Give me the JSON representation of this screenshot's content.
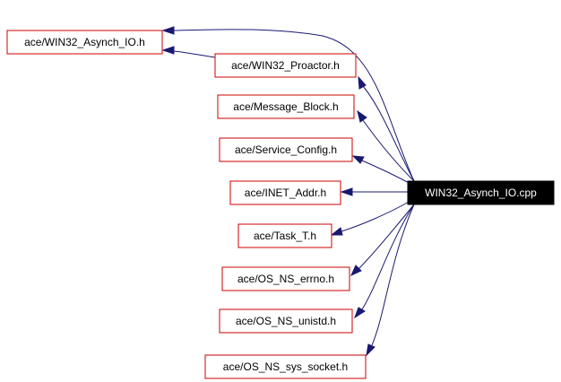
{
  "graph": {
    "root": {
      "label": "WIN32_Asynch_IO.cpp"
    },
    "nodes": [
      {
        "id": "win32-asynch-io-h",
        "label": "ace/WIN32_Asynch_IO.h"
      },
      {
        "id": "win32-proactor-h",
        "label": "ace/WIN32_Proactor.h"
      },
      {
        "id": "message-block-h",
        "label": "ace/Message_Block.h"
      },
      {
        "id": "service-config-h",
        "label": "ace/Service_Config.h"
      },
      {
        "id": "inet-addr-h",
        "label": "ace/INET_Addr.h"
      },
      {
        "id": "task-t-h",
        "label": "ace/Task_T.h"
      },
      {
        "id": "os-ns-errno-h",
        "label": "ace/OS_NS_errno.h"
      },
      {
        "id": "os-ns-unistd-h",
        "label": "ace/OS_NS_unistd.h"
      },
      {
        "id": "os-ns-sys-socket-h",
        "label": "ace/OS_NS_sys_socket.h"
      }
    ],
    "colors": {
      "edge": "#191970",
      "node_border": "#cc0000",
      "root_fill": "#000000",
      "root_text": "#ffffff"
    }
  }
}
